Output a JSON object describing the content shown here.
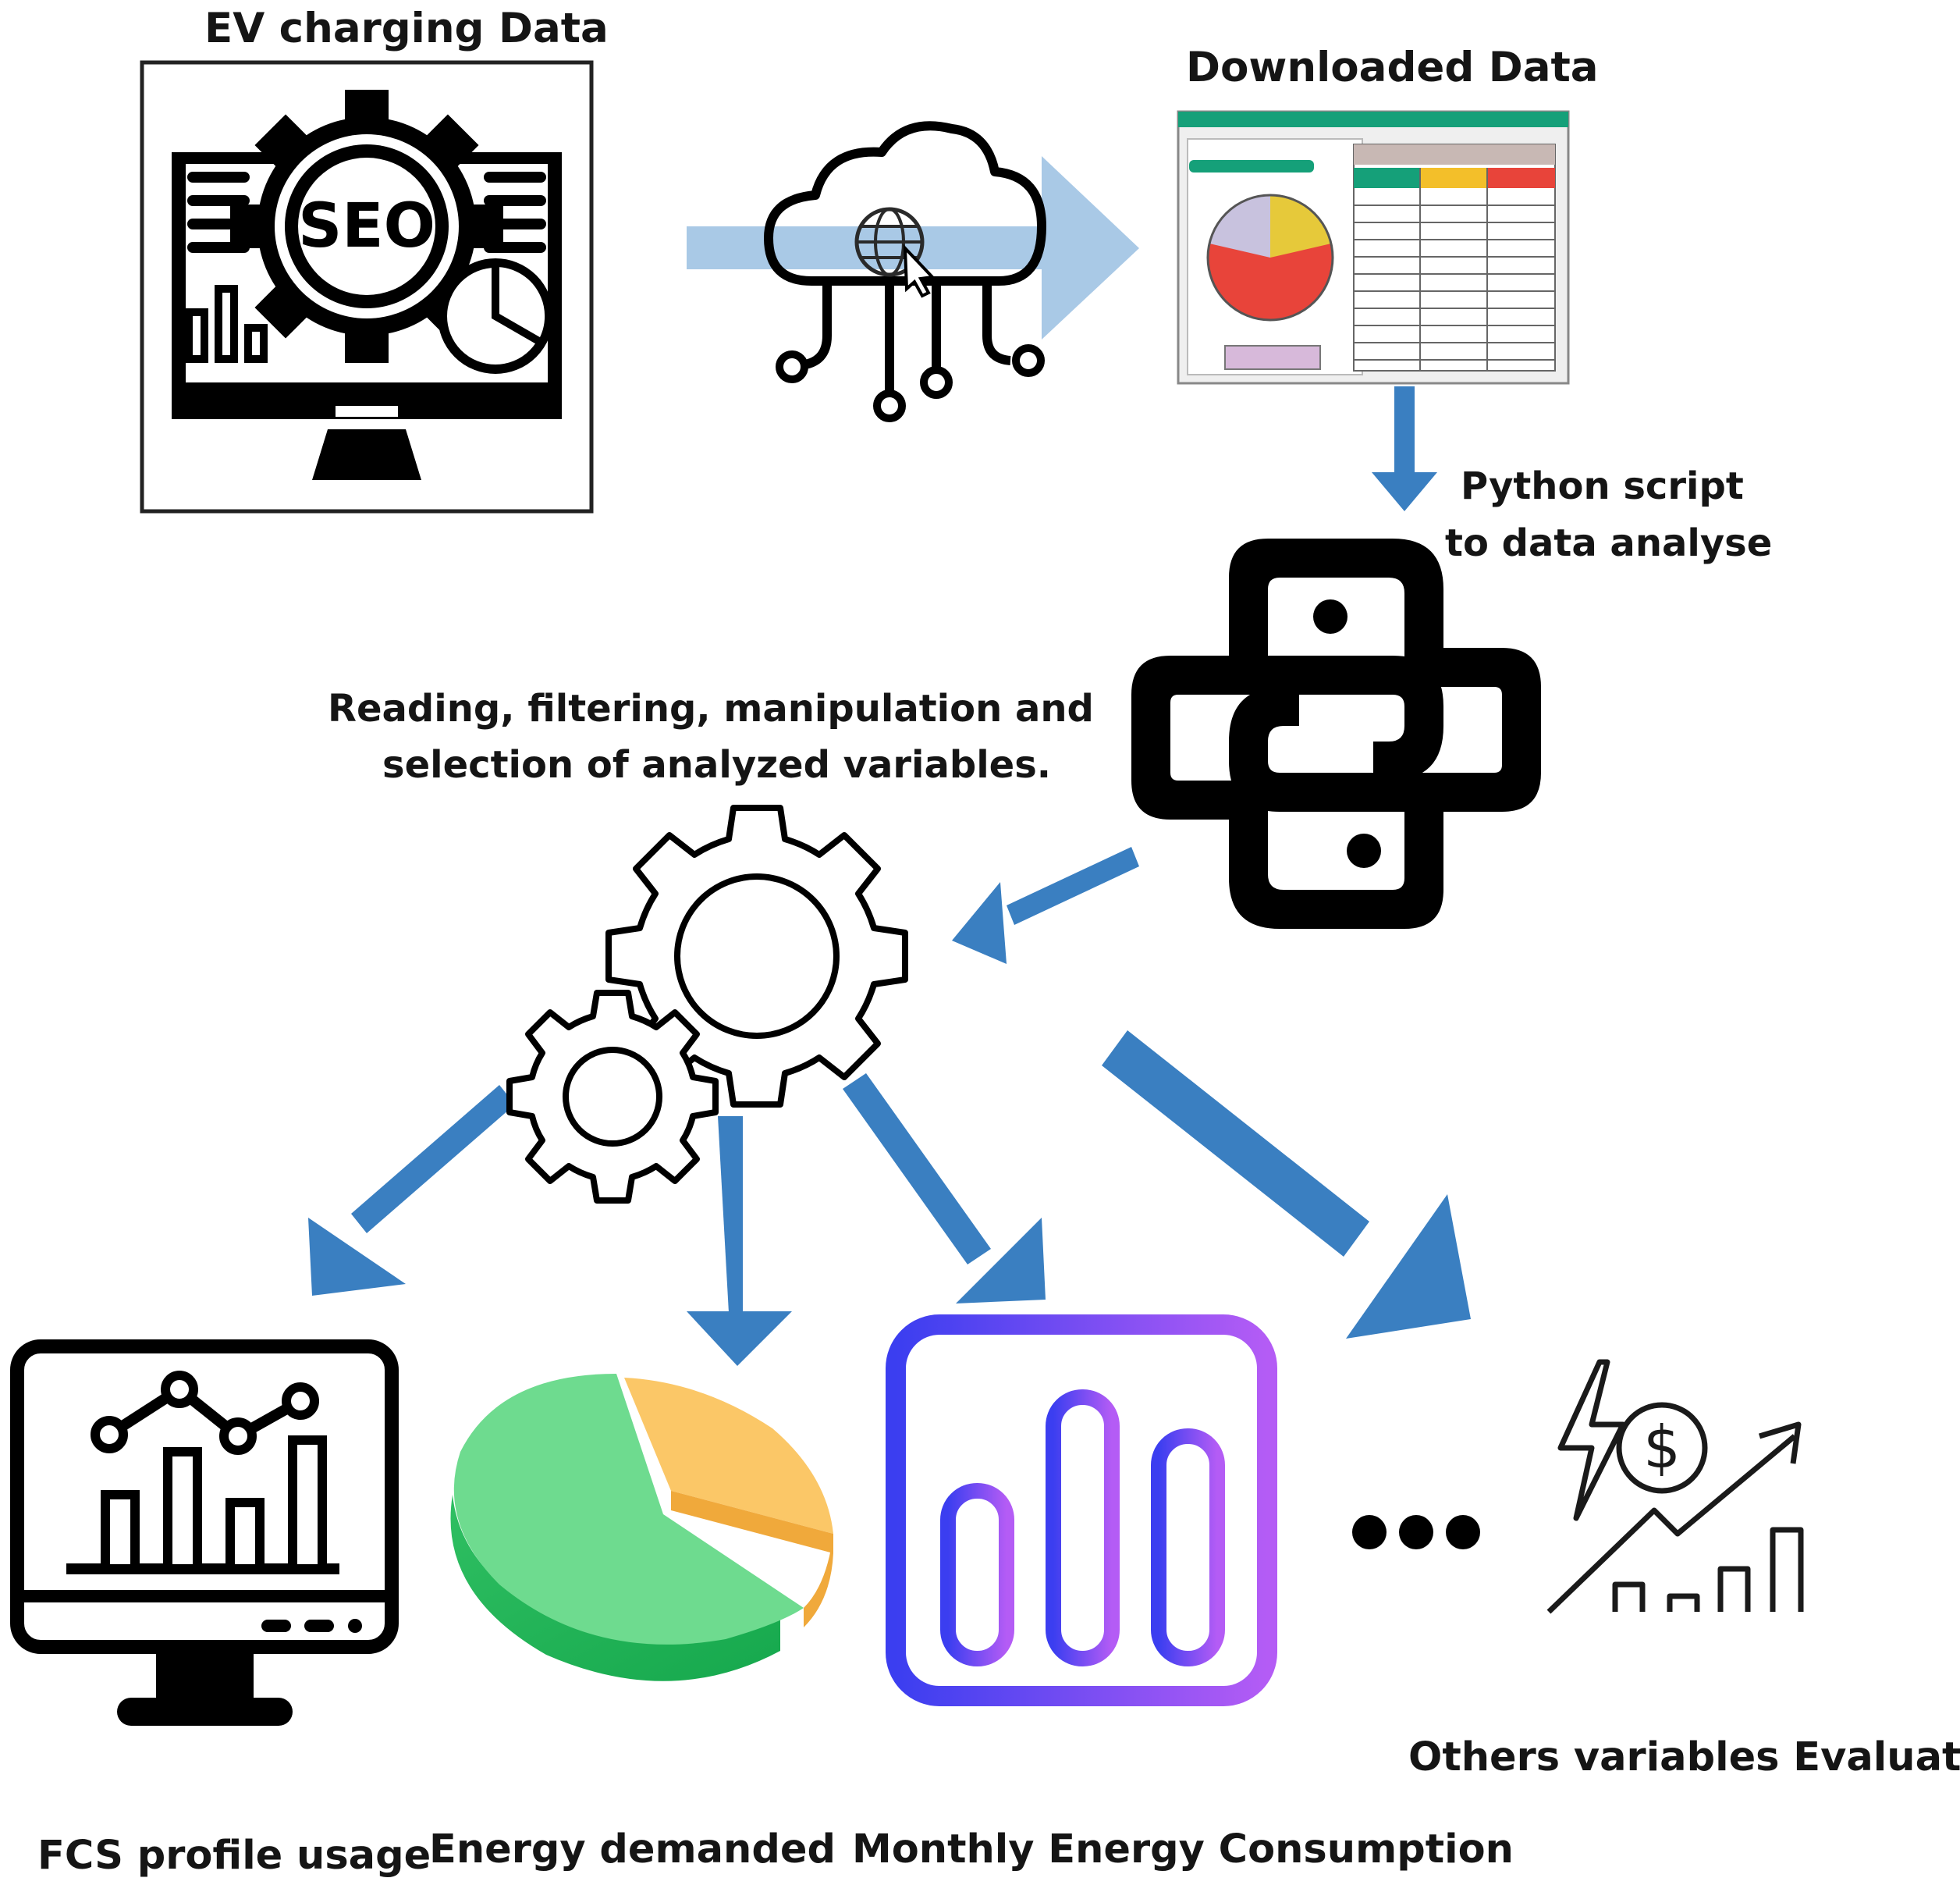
{
  "labels": {
    "ev_charging_data": "EV charging Data",
    "downloaded_data": "Downloaded Data",
    "python_script_line1": "Python script",
    "python_script_line2": "to data analyse",
    "reading_line1": "Reading, filtering, manipulation and",
    "reading_line2": "selection of analyzed variables.",
    "fcs_profile_usage": "FCS profile usage",
    "energy_demanded": "Energy demanded",
    "monthly_energy_consumption": "Monthly Energy Consumption",
    "others_variables": "Others variables Evaluated",
    "seo_text": "SEO",
    "dollar_sign": "$"
  },
  "icons": {
    "source": "seo-monitor-icon",
    "cloud": "cloud-globe-icon",
    "spreadsheet": "spreadsheet-icon",
    "python": "python-logo-icon",
    "gears": "gears-icon",
    "monitor_chart": "monitor-line-chart-icon",
    "pie": "pie-chart-3d-icon",
    "bars": "bar-chart-icon",
    "finance": "energy-finance-growth-icon"
  },
  "colors": {
    "arrow_blue": "#3a7fc1",
    "light_arrow": "#a9c9e6",
    "spreadsheet_green": "#15a079",
    "spreadsheet_yellow": "#f3bf2a",
    "spreadsheet_red": "#e8443a",
    "pie_green": "#6edb8f",
    "pie_orange": "#fbc767",
    "bar_gradient_start": "#3b3ef0",
    "bar_gradient_end": "#b45cf5"
  }
}
